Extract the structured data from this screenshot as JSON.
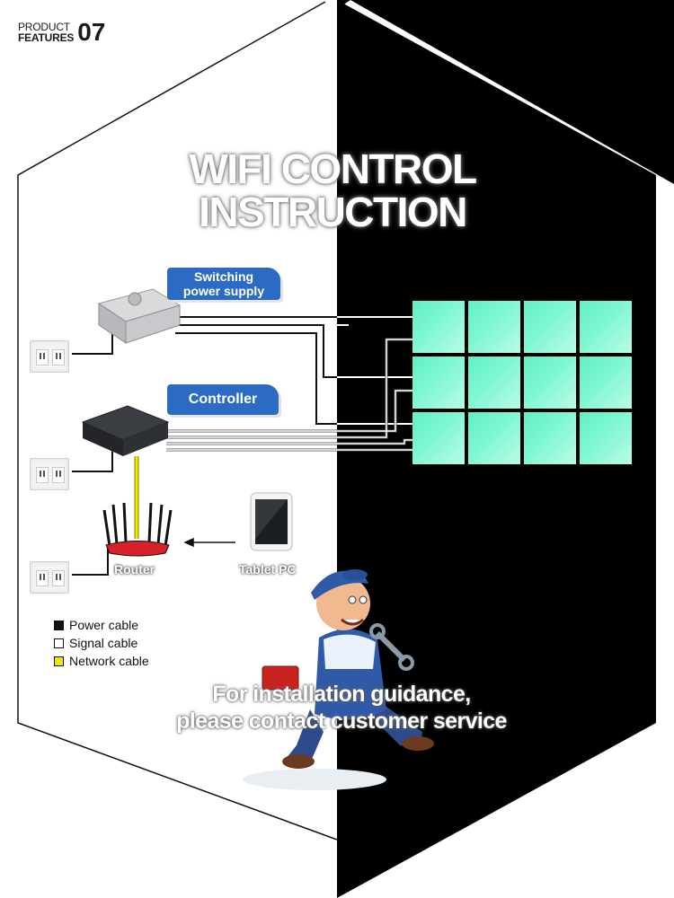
{
  "badge": {
    "line1": "PRODUCT",
    "line2": "FEATURES",
    "number": "07"
  },
  "title": {
    "line1": "WIFI CONTROL",
    "line2": "INSTRUCTION"
  },
  "tags": {
    "power_supply_line1": "Switching",
    "power_supply_line2": "power supply",
    "controller": "Controller"
  },
  "devices": {
    "router": "Router",
    "tablet": "Tablet PC"
  },
  "legend": {
    "items": [
      {
        "label": "Power cable",
        "color": "#111111"
      },
      {
        "label": "Signal cable",
        "color": "#ffffff"
      },
      {
        "label": "Network cable",
        "color": "#f2e600"
      }
    ]
  },
  "footer": {
    "line1": "For installation guidance,",
    "line2": "please contact customer service"
  },
  "colors": {
    "tag_blue": "#2b6bc4",
    "panel_green": "#6ff3cb",
    "dark_half": "#000000"
  },
  "panel_grid": {
    "rows": 3,
    "cols": 4
  },
  "icons": [
    "power-supply-icon",
    "controller-icon",
    "router-icon",
    "tablet-icon",
    "power-outlet-icon",
    "worker-mascot-icon"
  ]
}
